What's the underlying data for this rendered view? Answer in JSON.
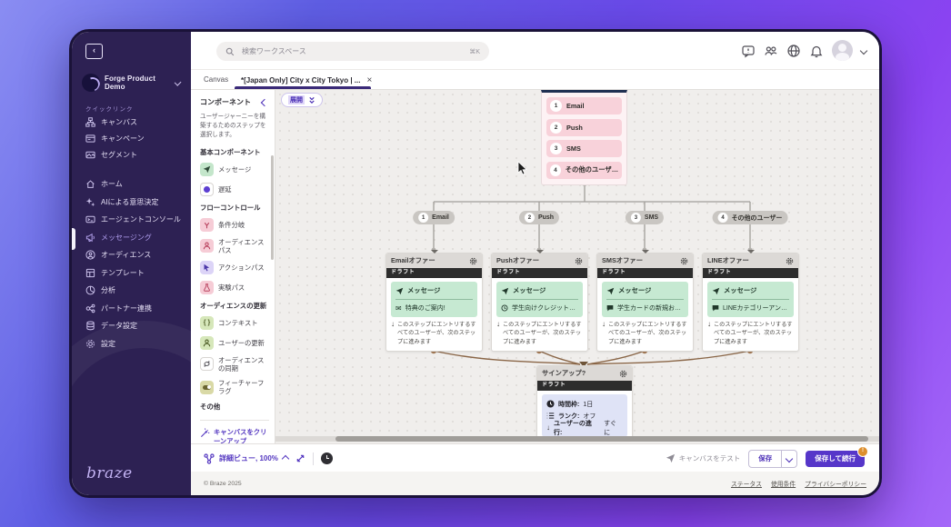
{
  "colors": {
    "accent": "#5636c9",
    "sidebar": "#2d2153",
    "draft_bar": "#2d2d2d",
    "green_box": "#c6e9d2",
    "pink_row": "#f8d2da",
    "badge": "#dd8f2e",
    "connector_brown": "#8a6647"
  },
  "sidebar": {
    "workspace": "Forge Product Demo",
    "quick_label": "クイックリンク",
    "quick": [
      {
        "label": "キャンバス"
      },
      {
        "label": "キャンペーン"
      },
      {
        "label": "セグメント"
      }
    ],
    "nav": [
      {
        "label": "ホーム"
      },
      {
        "label": "AIによる意思決定"
      },
      {
        "label": "エージェントコンソール"
      },
      {
        "label": "メッセージング"
      },
      {
        "label": "オーディエンス"
      },
      {
        "label": "テンプレート"
      },
      {
        "label": "分析"
      },
      {
        "label": "パートナー連携"
      },
      {
        "label": "データ設定"
      },
      {
        "label": "設定"
      }
    ],
    "logo": "braze"
  },
  "topbar": {
    "search_placeholder": "検索ワークスペース",
    "search_shortcut": "⌘K"
  },
  "tabs": {
    "canvas": "Canvas",
    "active": "*[Japan Only] City x City Tokyo | ...",
    "close": "×"
  },
  "panel": {
    "title": "コンポーネント",
    "description": "ユーザージャーニーを構築するためのステップを選択します。",
    "sections": [
      {
        "label": "基本コンポーネント"
      },
      {
        "label": "フローコントロール"
      },
      {
        "label": "オーディエンスの更新"
      },
      {
        "label": "その他"
      }
    ],
    "items": {
      "message": "メッセージ",
      "delay": "遅延",
      "branch": "条件分岐",
      "audience_path": "オーディエンスパス",
      "action_path": "アクションパス",
      "experiment_path": "実験パス",
      "context": "コンテキスト",
      "user_update": "ユーザーの更新",
      "audience_sync": "オーディエンスの同期",
      "feature_flag": "フィーチャーフラグ"
    },
    "cleanup": "キャンバスをクリーンアップ"
  },
  "canvas": {
    "expand": "展開",
    "entry": {
      "rows": [
        {
          "num": "1",
          "label": "Email"
        },
        {
          "num": "2",
          "label": "Push"
        },
        {
          "num": "3",
          "label": "SMS"
        },
        {
          "num": "4",
          "label": "その他のユーザ…"
        }
      ]
    },
    "pills": [
      {
        "num": "1",
        "label": "Email"
      },
      {
        "num": "2",
        "label": "Push"
      },
      {
        "num": "3",
        "label": "SMS"
      },
      {
        "num": "4",
        "label": "その他のユーザー"
      }
    ],
    "cards": [
      {
        "title": "Emailオファー",
        "status": "ドラフト",
        "type": "メッセージ",
        "name": "特典のご案内!",
        "footer": "このステップにエントリするすべてのユーザーが、次のステップに進みます"
      },
      {
        "title": "Pushオファー",
        "status": "ドラフト",
        "type": "メッセージ",
        "name": "学生向けクレジット…",
        "footer": "このステップにエントリするすべてのユーザーが、次のステップに進みます"
      },
      {
        "title": "SMSオファー",
        "status": "ドラフト",
        "type": "メッセージ",
        "name": "学生カードの新規お…",
        "footer": "このステップにエントリするすべてのユーザーが、次のステップに進みます"
      },
      {
        "title": "LINEオファー",
        "status": "ドラフト",
        "type": "メッセージ",
        "name": "LINEカテゴリーアン…",
        "footer": "このステップにエントリするすべてのユーザーが、次のステップに進みます"
      }
    ],
    "signup": {
      "title": "サインアップ?",
      "status": "ドラフト",
      "rows": [
        {
          "label": "時間枠:",
          "value": "1日"
        },
        {
          "label": "ランク:",
          "value": "オフ"
        },
        {
          "label": "ユーザーの進行:",
          "value": "すぐに"
        }
      ]
    }
  },
  "toolbar": {
    "view": "詳細ビュー, 100%",
    "test": "キャンバスをテスト",
    "save": "保存",
    "save_continue": "保存して続行",
    "badge": "!"
  },
  "footer": {
    "copyright": "© Braze 2025",
    "links": [
      {
        "label": "ステータス"
      },
      {
        "label": "使用条件"
      },
      {
        "label": "プライバシーポリシー"
      }
    ]
  }
}
